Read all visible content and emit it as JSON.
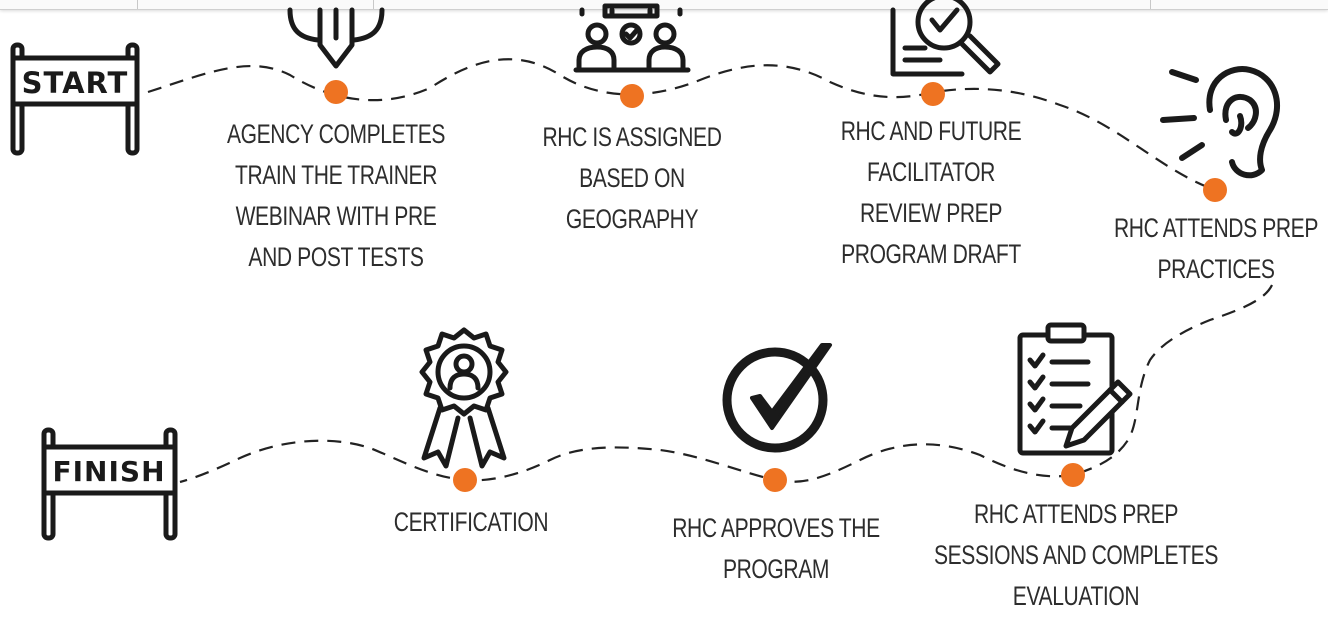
{
  "start_sign": "START",
  "finish_sign": "FINISH",
  "steps": [
    {
      "label": "AGENCY COMPLETES\nTRAIN THE TRAINER\nWEBINAR WITH PRE\nAND POST TESTS",
      "icon": "rocket-pencil-icon"
    },
    {
      "label": "RHC IS ASSIGNED\nBASED ON\nGEOGRAPHY",
      "icon": "people-checkmark-icon"
    },
    {
      "label": "RHC AND FUTURE\nFACILITATOR\nREVIEW PREP\nPROGRAM DRAFT",
      "icon": "document-magnifier-icon"
    },
    {
      "label": "RHC ATTENDS PREP\nPRACTICES",
      "icon": "ear-icon"
    },
    {
      "label": "RHC ATTENDS PREP\nSESSIONS AND COMPLETES\nEVALUATION",
      "icon": "clipboard-checklist-icon"
    },
    {
      "label": "RHC APPROVES THE\nPROGRAM",
      "icon": "check-circle-icon"
    },
    {
      "label": "CERTIFICATION",
      "icon": "award-ribbon-icon"
    }
  ],
  "colors": {
    "dot": "#EE7322",
    "ink": "#1a1a1a",
    "text": "#2d2d2d"
  }
}
